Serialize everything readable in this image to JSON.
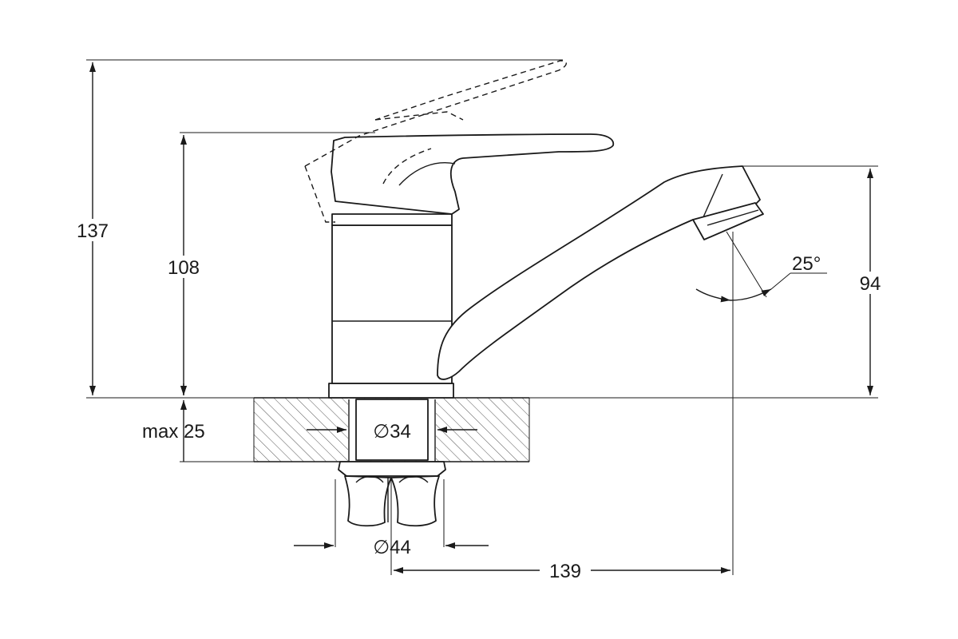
{
  "colors": {
    "stroke": "#1a1a1a",
    "background": "#ffffff",
    "hatch": "#555555"
  },
  "dimensions": {
    "total_height": "137",
    "spout_height": "108",
    "counter_thickness": "max 25",
    "shank_diameter": "∅34",
    "nut_diameter": "∅44",
    "spout_reach": "139",
    "outlet_height": "94",
    "outlet_angle": "25°"
  }
}
